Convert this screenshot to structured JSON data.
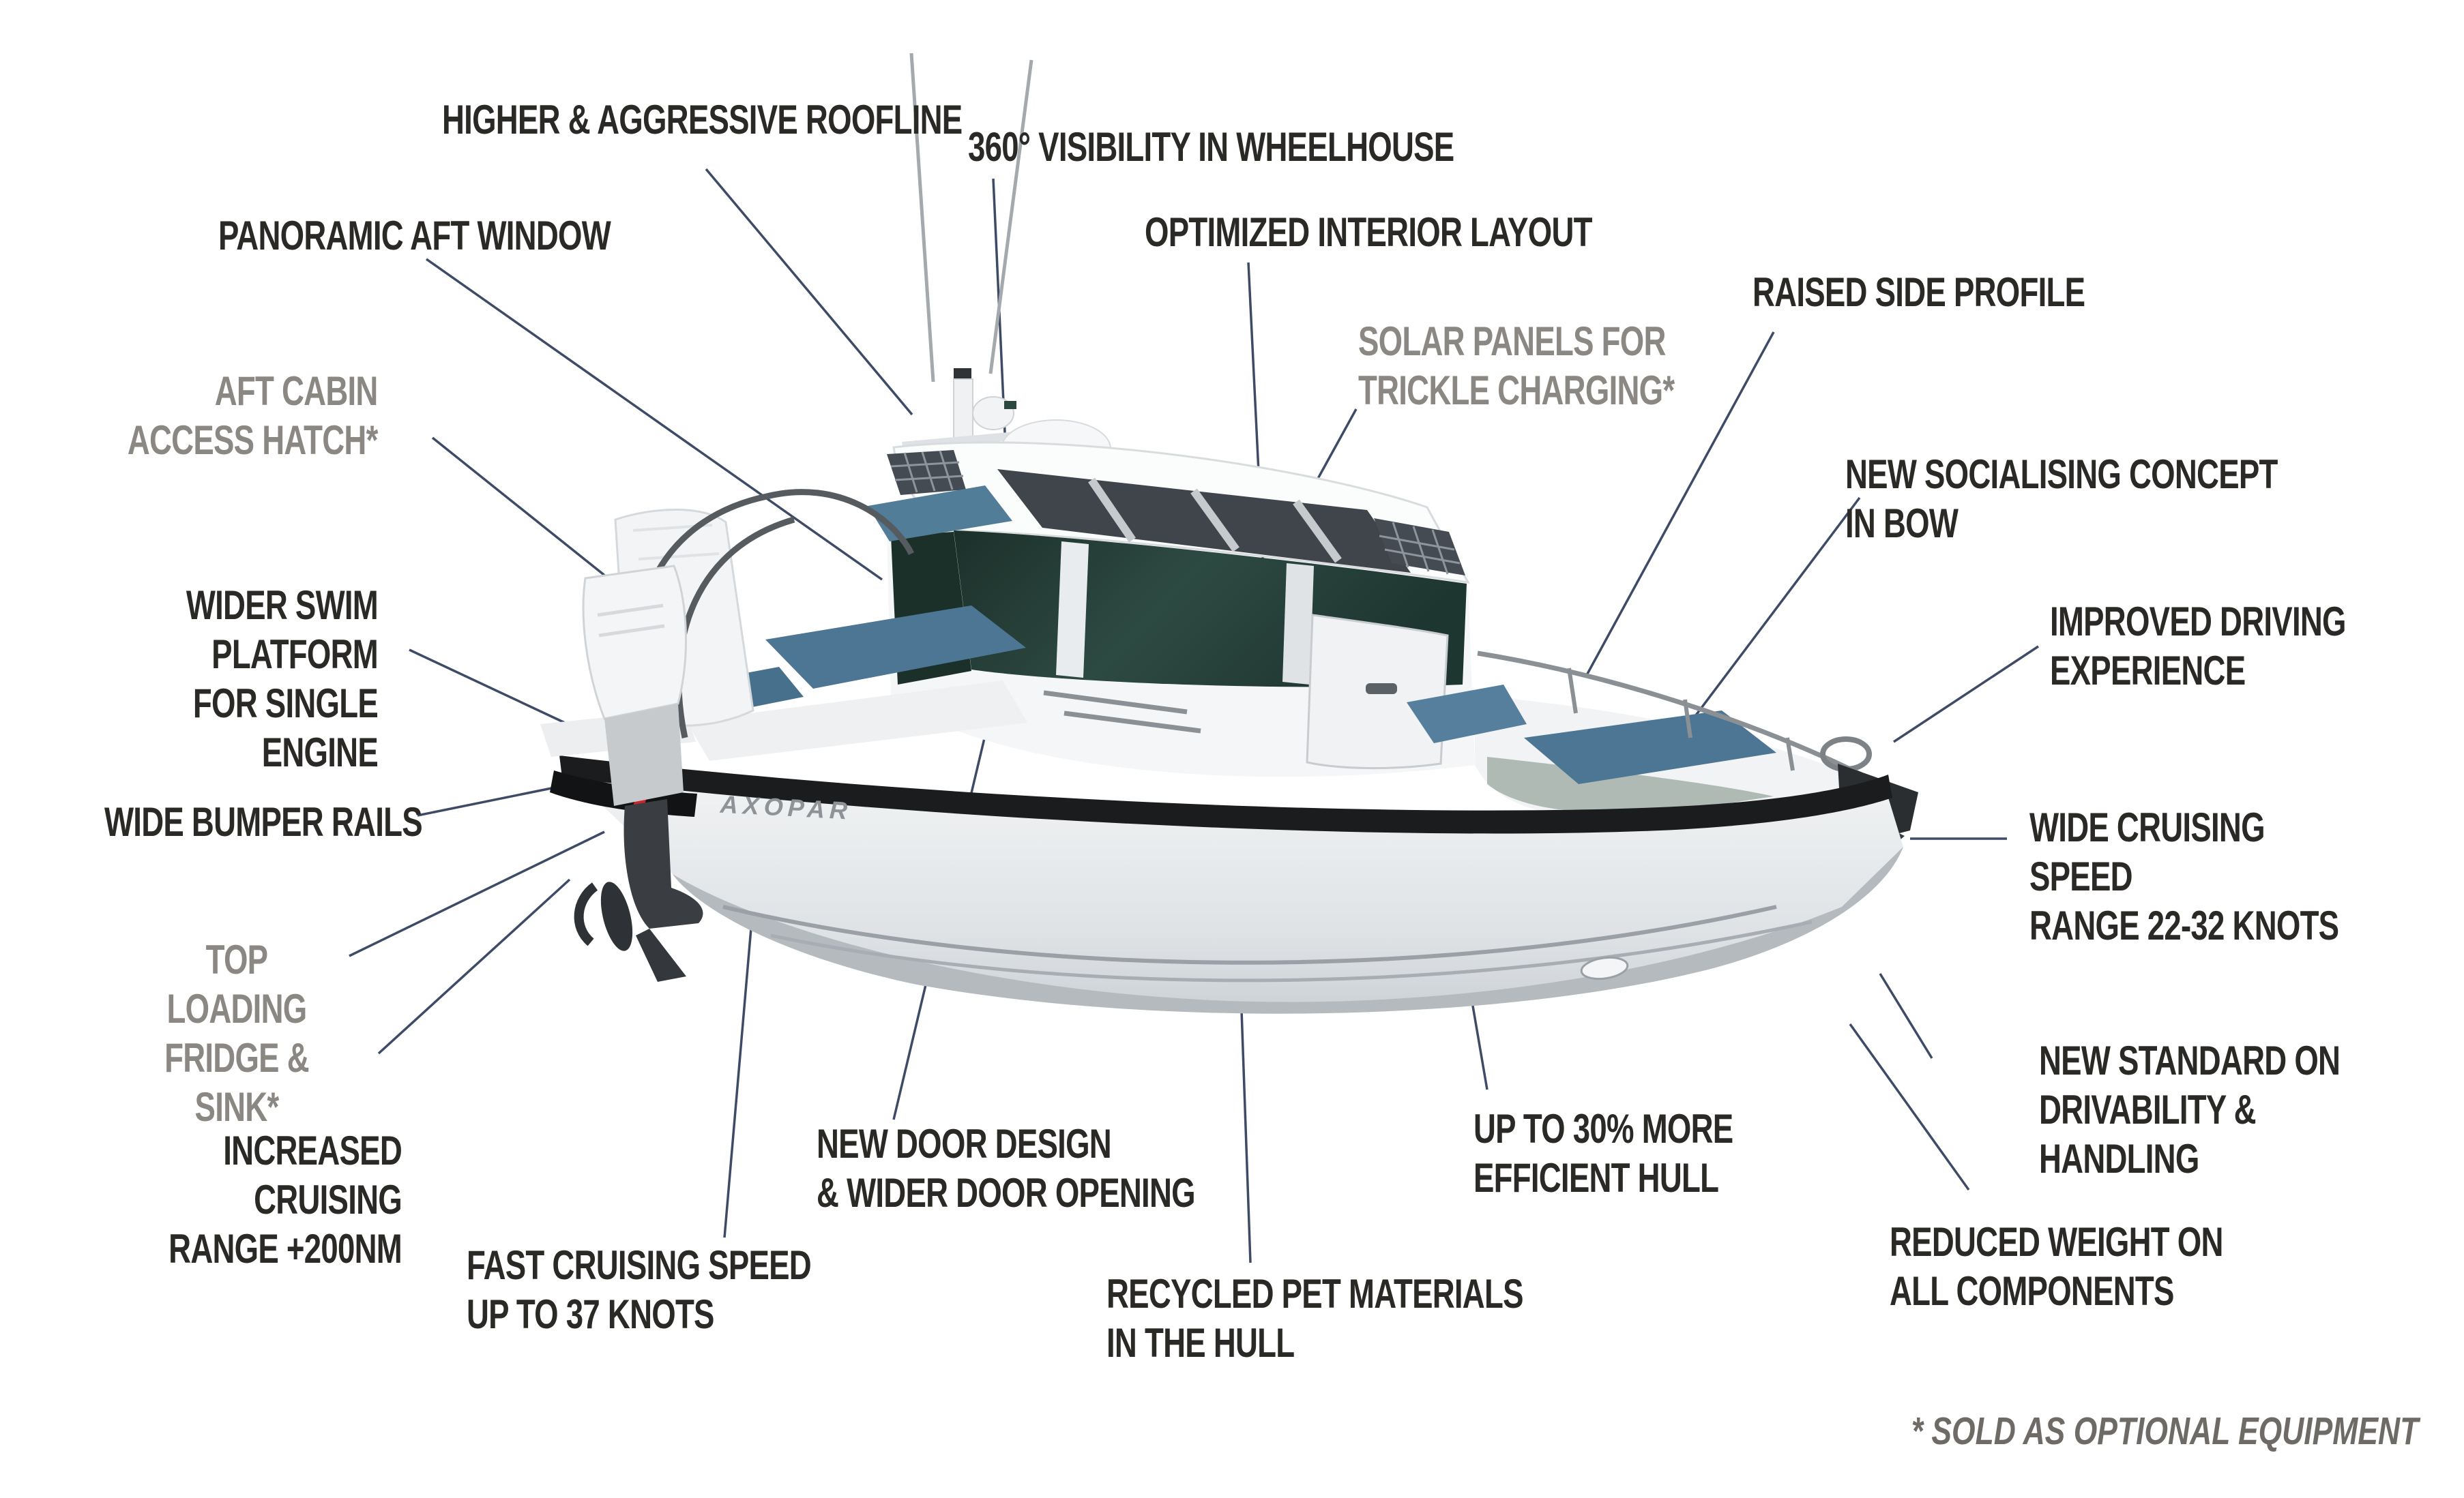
{
  "page": {
    "background": "#ffffff",
    "type": "boat-feature-callout-diagram"
  },
  "colors": {
    "label_text": "#2b2926",
    "label_muted": "#8b8782",
    "footnote_text": "#6e6a66",
    "leader_line": "#3d4b66",
    "hull_white": "#eef0f2",
    "hull_gray": "#c2c7cb",
    "rub_rail_black": "#1a1c1e",
    "glass_dark_green": "#20352e",
    "cushion_teal": "#4c7693",
    "solar_panel_dark": "#40454b",
    "solar_rail_gray": "#c7cacd",
    "metal_gray": "#6d7277",
    "logo_gray": "#8f9296",
    "logo_red": "#c9252b"
  },
  "labels": [
    {
      "id": "higher-roofline",
      "text": "HIGHER & AGGRESSIVE ROOFLINE",
      "tone": "black"
    },
    {
      "id": "panoramic-aft-window",
      "text": "PANORAMIC AFT WINDOW",
      "tone": "black"
    },
    {
      "id": "visibility-360",
      "text": "360° VISIBILITY IN WHEELHOUSE",
      "tone": "black"
    },
    {
      "id": "optimized-interior",
      "text": "OPTIMIZED INTERIOR LAYOUT",
      "tone": "black"
    },
    {
      "id": "raised-side-profile",
      "text": "RAISED SIDE PROFILE",
      "tone": "black"
    },
    {
      "id": "aft-cabin-access-hatch",
      "text": "AFT CABIN\nACCESS HATCH*",
      "tone": "gray"
    },
    {
      "id": "solar-panels",
      "text": "SOLAR PANELS FOR\nTRICKLE CHARGING*",
      "tone": "gray"
    },
    {
      "id": "new-socialising-bow",
      "text": "NEW SOCIALISING CONCEPT IN BOW",
      "tone": "black"
    },
    {
      "id": "wider-swim-platform",
      "text": "WIDER SWIM PLATFORM\nFOR SINGLE ENGINE",
      "tone": "black"
    },
    {
      "id": "improved-driving",
      "text": "IMPROVED DRIVING\nEXPERIENCE",
      "tone": "black"
    },
    {
      "id": "wide-bumper-rails",
      "text": "WIDE BUMPER RAILS",
      "tone": "black"
    },
    {
      "id": "wide-cruising-speed",
      "text": "WIDE CRUISING SPEED\nRANGE 22-32 KNOTS",
      "tone": "black"
    },
    {
      "id": "top-loading-fridge",
      "text": "TOP LOADING\nFRIDGE & SINK*",
      "tone": "gray"
    },
    {
      "id": "new-standard-drivability",
      "text": "NEW STANDARD ON\nDRIVABILITY & HANDLING",
      "tone": "black"
    },
    {
      "id": "increased-cruising-range",
      "text": "INCREASED CRUISING\nRANGE +200NM",
      "tone": "black"
    },
    {
      "id": "up-to-30-efficient-hull",
      "text": "UP TO 30% MORE\nEFFICIENT HULL",
      "tone": "black"
    },
    {
      "id": "new-door-design",
      "text": "NEW DOOR DESIGN\n& WIDER DOOR OPENING",
      "tone": "black"
    },
    {
      "id": "reduced-weight",
      "text": "REDUCED WEIGHT ON\nALL COMPONENTS",
      "tone": "black"
    },
    {
      "id": "fast-cruising-speed",
      "text": "FAST CRUISING SPEED\nUP TO 37 KNOTS",
      "tone": "black"
    },
    {
      "id": "recycled-pet-materials",
      "text": "RECYCLED PET MATERIALS\nIN THE HULL",
      "tone": "black"
    }
  ],
  "footnote": {
    "text": "* SOLD AS OPTIONAL EQUIPMENT"
  },
  "boat": {
    "logo": "AXOPAR"
  }
}
